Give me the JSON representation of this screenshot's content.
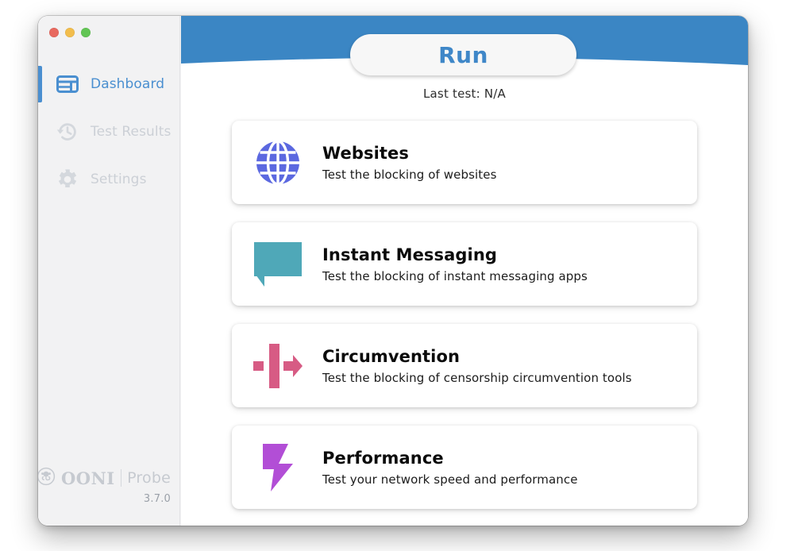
{
  "window": {
    "traffic_lights": [
      {
        "name": "close",
        "color": "#e8695f"
      },
      {
        "name": "minimize",
        "color": "#f2bd4c"
      },
      {
        "name": "zoom",
        "color": "#62c554"
      }
    ]
  },
  "sidebar": {
    "items": [
      {
        "label": "Dashboard",
        "icon": "dashboard-icon",
        "active": true,
        "color": "#4a8fd0"
      },
      {
        "label": "Test Results",
        "icon": "history-clock-icon",
        "active": false,
        "color": "#ccd0d6"
      },
      {
        "label": "Settings",
        "icon": "gear-icon",
        "active": false,
        "color": "#ccd0d6"
      }
    ],
    "footer": {
      "brand": "OONI",
      "product": "Probe",
      "version": "3.7.0"
    }
  },
  "header": {
    "band_color": "#3b86c4",
    "run_label": "Run",
    "run_color": "#3f87c8",
    "last_test_label": "Last test:",
    "last_test_value": "N/A"
  },
  "main": {
    "cards": [
      {
        "title": "Websites",
        "description": "Test the blocking of websites",
        "icon": "globe-icon",
        "color": "#5b68e0"
      },
      {
        "title": "Instant Messaging",
        "description": "Test the blocking of instant messaging apps",
        "icon": "speech-bubble-icon",
        "color": "#4fa8b8"
      },
      {
        "title": "Circumvention",
        "description": "Test the blocking of censorship circumvention tools",
        "icon": "circumvention-arrow-icon",
        "color": "#d75b84"
      },
      {
        "title": "Performance",
        "description": "Test your network speed and performance",
        "icon": "lightning-bolt-icon",
        "color": "#b24ed6"
      }
    ]
  }
}
